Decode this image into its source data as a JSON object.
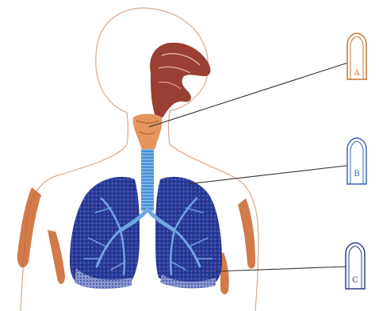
{
  "labels": [
    {
      "id": "A",
      "text": "A",
      "color": "#c9752e"
    },
    {
      "id": "B",
      "text": "B",
      "color": "#3a63b8"
    },
    {
      "id": "C",
      "text": "C",
      "color": "#2d3a8c"
    }
  ],
  "colors": {
    "body_outline": "#d7a98a",
    "skin_shading": "#c8642a",
    "nasal_cavity": "#9a3f33",
    "larynx": "#e5965e",
    "trachea": "#4a8fd6",
    "lungs": "#2a3a96",
    "bronchi": "#6fa6e0",
    "leader_line": "#333333",
    "background": "#ffffff"
  }
}
